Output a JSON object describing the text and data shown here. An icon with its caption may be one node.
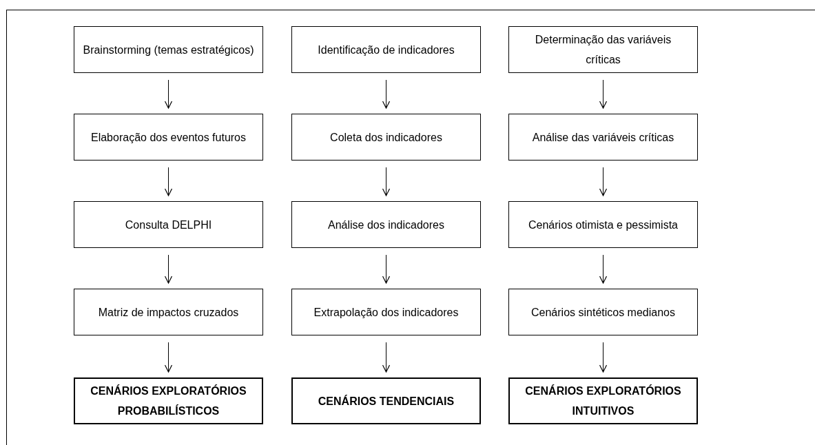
{
  "diagram": {
    "nodes": [
      {
        "text": [
          "Brainstorming (temas estratégicos)"
        ]
      },
      {
        "text": [
          "Elaboração dos eventos futuros"
        ]
      },
      {
        "text": [
          "Consulta DELPHI"
        ]
      },
      {
        "text": [
          "Matriz de impactos cruzados"
        ]
      },
      {
        "text": [
          "CENÁRIOS EXPLORATÓRIOS PROBABILÍSTICOS"
        ]
      },
      {
        "text": [
          "Identificação de indicadores"
        ]
      },
      {
        "text": [
          "Coleta dos indicadores"
        ]
      },
      {
        "text": [
          "Análise dos indicadores"
        ]
      },
      {
        "text": [
          "Extrapolação dos indicadores"
        ]
      },
      {
        "text": [
          "CENÁRIOS TENDENCIAIS"
        ]
      },
      {
        "text": [
          "Determinação das variáveis críticas"
        ]
      },
      {
        "text": [
          "Análise das variáveis críticas"
        ]
      },
      {
        "text": [
          "Cenários otimista e pessimista"
        ]
      },
      {
        "text": [
          "Cenários sintéticos medianos"
        ]
      },
      {
        "text": [
          "CENÁRIOS EXPLORATÓRIOS INTUITIVOS"
        ]
      }
    ],
    "edges": [
      {
        "from": 0,
        "to": 1,
        "arrow": "to"
      },
      {
        "from": 1,
        "to": 2,
        "arrow": "to"
      },
      {
        "from": 2,
        "to": 3,
        "arrow": "to"
      },
      {
        "from": 3,
        "to": 4,
        "arrow": "to"
      },
      {
        "from": 5,
        "to": 6,
        "arrow": "to"
      },
      {
        "from": 6,
        "to": 7,
        "arrow": "to"
      },
      {
        "from": 7,
        "to": 8,
        "arrow": "to"
      },
      {
        "from": 8,
        "to": 9,
        "arrow": "to"
      },
      {
        "from": 10,
        "to": 11,
        "arrow": "to"
      },
      {
        "from": 11,
        "to": 12,
        "arrow": "to"
      },
      {
        "from": 12,
        "to": 13,
        "arrow": "to"
      },
      {
        "from": 13,
        "to": 14,
        "arrow": "to"
      }
    ]
  }
}
